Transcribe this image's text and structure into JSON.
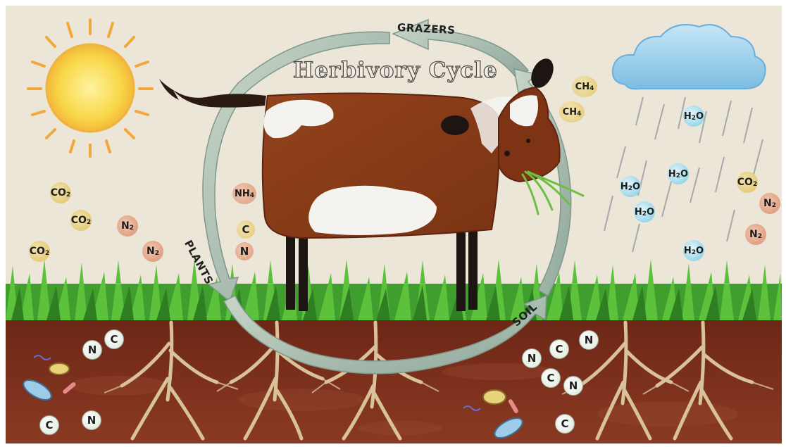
{
  "diagram": {
    "title": "Herbivory Cycle",
    "cycle_labels": {
      "top": "GRAZERS",
      "left": "PLANTS",
      "right": "SOIL"
    },
    "colors": {
      "sky": "#ece6d8",
      "sun": "#f7d84a",
      "soil": "#7a2f1f",
      "grass": "#3f9e2e",
      "cow_body": "#8a3a16",
      "cycle_arrow": "#9fb3a6",
      "cloud": "#9ed2ee"
    },
    "icons": {
      "sun": "sun-icon",
      "cloud": "rain-cloud-icon",
      "cow": "cow-icon",
      "grass": "grass-icon",
      "roots": "root-icon",
      "microbes": "microbe-icon"
    },
    "molecules": {
      "atmosphere_left": [
        {
          "label": "CO",
          "sub": "2"
        },
        {
          "label": "CO",
          "sub": "2"
        },
        {
          "label": "N",
          "sub": "2"
        },
        {
          "label": "CO",
          "sub": "2"
        },
        {
          "label": "N",
          "sub": "2"
        }
      ],
      "plant_nutrients": [
        {
          "label": "NH",
          "sub": "4"
        },
        {
          "label": "C",
          "sub": ""
        },
        {
          "label": "N",
          "sub": ""
        }
      ],
      "methane": [
        {
          "label": "CH",
          "sub": "4"
        },
        {
          "label": "CH",
          "sub": "4"
        }
      ],
      "water": [
        {
          "label": "H",
          "sub": "2",
          "tail": "O"
        },
        {
          "label": "H",
          "sub": "2",
          "tail": "O"
        },
        {
          "label": "H",
          "sub": "2",
          "tail": "O"
        },
        {
          "label": "H",
          "sub": "2",
          "tail": "O"
        },
        {
          "label": "H",
          "sub": "2",
          "tail": "O"
        }
      ],
      "atmosphere_right": [
        {
          "label": "CO",
          "sub": "2"
        },
        {
          "label": "N",
          "sub": "2"
        },
        {
          "label": "N",
          "sub": "2"
        }
      ],
      "soil_left": [
        "N",
        "C",
        "C",
        "N"
      ],
      "soil_right": [
        "N",
        "C",
        "N",
        "C",
        "N",
        "C"
      ]
    }
  }
}
